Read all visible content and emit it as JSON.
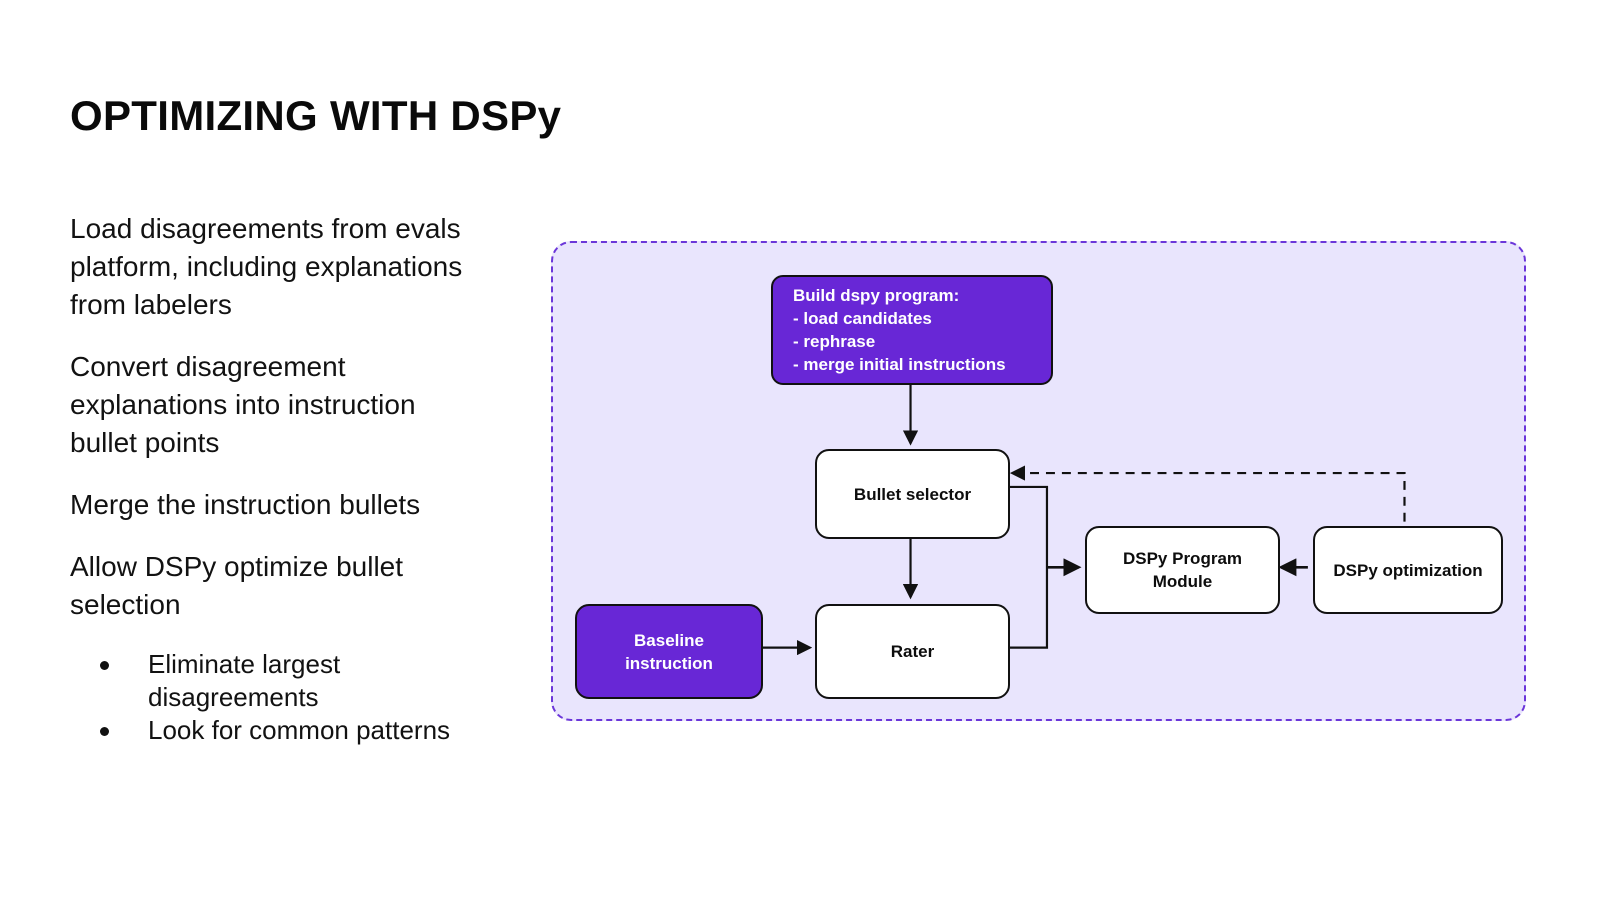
{
  "slide": {
    "title": "OPTIMIZING WITH DSPy"
  },
  "left_column": {
    "paragraphs": [
      "Load disagreements from evals platform, including explanations from labelers",
      "Convert disagreement explanations into instruction bullet points",
      "Merge the instruction bullets",
      "Allow DSPy optimize bullet selection"
    ],
    "sub_bullets": [
      "Eliminate largest disagreements",
      "Look for common patterns"
    ]
  },
  "diagram": {
    "background_color": "#e9e5fd",
    "border_color": "#6b36d9",
    "accent_color": "#6827d6",
    "nodes": {
      "build": {
        "lines": [
          "Build dspy program:",
          "- load candidates",
          "- rephrase",
          "- merge initial instructions"
        ]
      },
      "bullet_selector": {
        "label": "Bullet selector"
      },
      "rater": {
        "label": "Rater"
      },
      "baseline_instruction": {
        "label_line1": "Baseline",
        "label_line2": "instruction"
      },
      "dspy_program_module": {
        "label_line1": "DSPy Program",
        "label_line2": "Module"
      },
      "dspy_optimization": {
        "label": "DSPy optimization"
      }
    },
    "edges": [
      {
        "from": "build",
        "to": "bullet_selector",
        "style": "solid"
      },
      {
        "from": "bullet_selector",
        "to": "rater",
        "style": "solid"
      },
      {
        "from": "baseline_instruction",
        "to": "rater",
        "style": "solid"
      },
      {
        "from": "bullet_selector+rater",
        "to": "dspy_program_module",
        "style": "solid"
      },
      {
        "from": "dspy_optimization",
        "to": "dspy_program_module",
        "style": "solid"
      },
      {
        "from": "dspy_optimization",
        "to": "bullet_selector",
        "style": "dashed"
      }
    ]
  }
}
